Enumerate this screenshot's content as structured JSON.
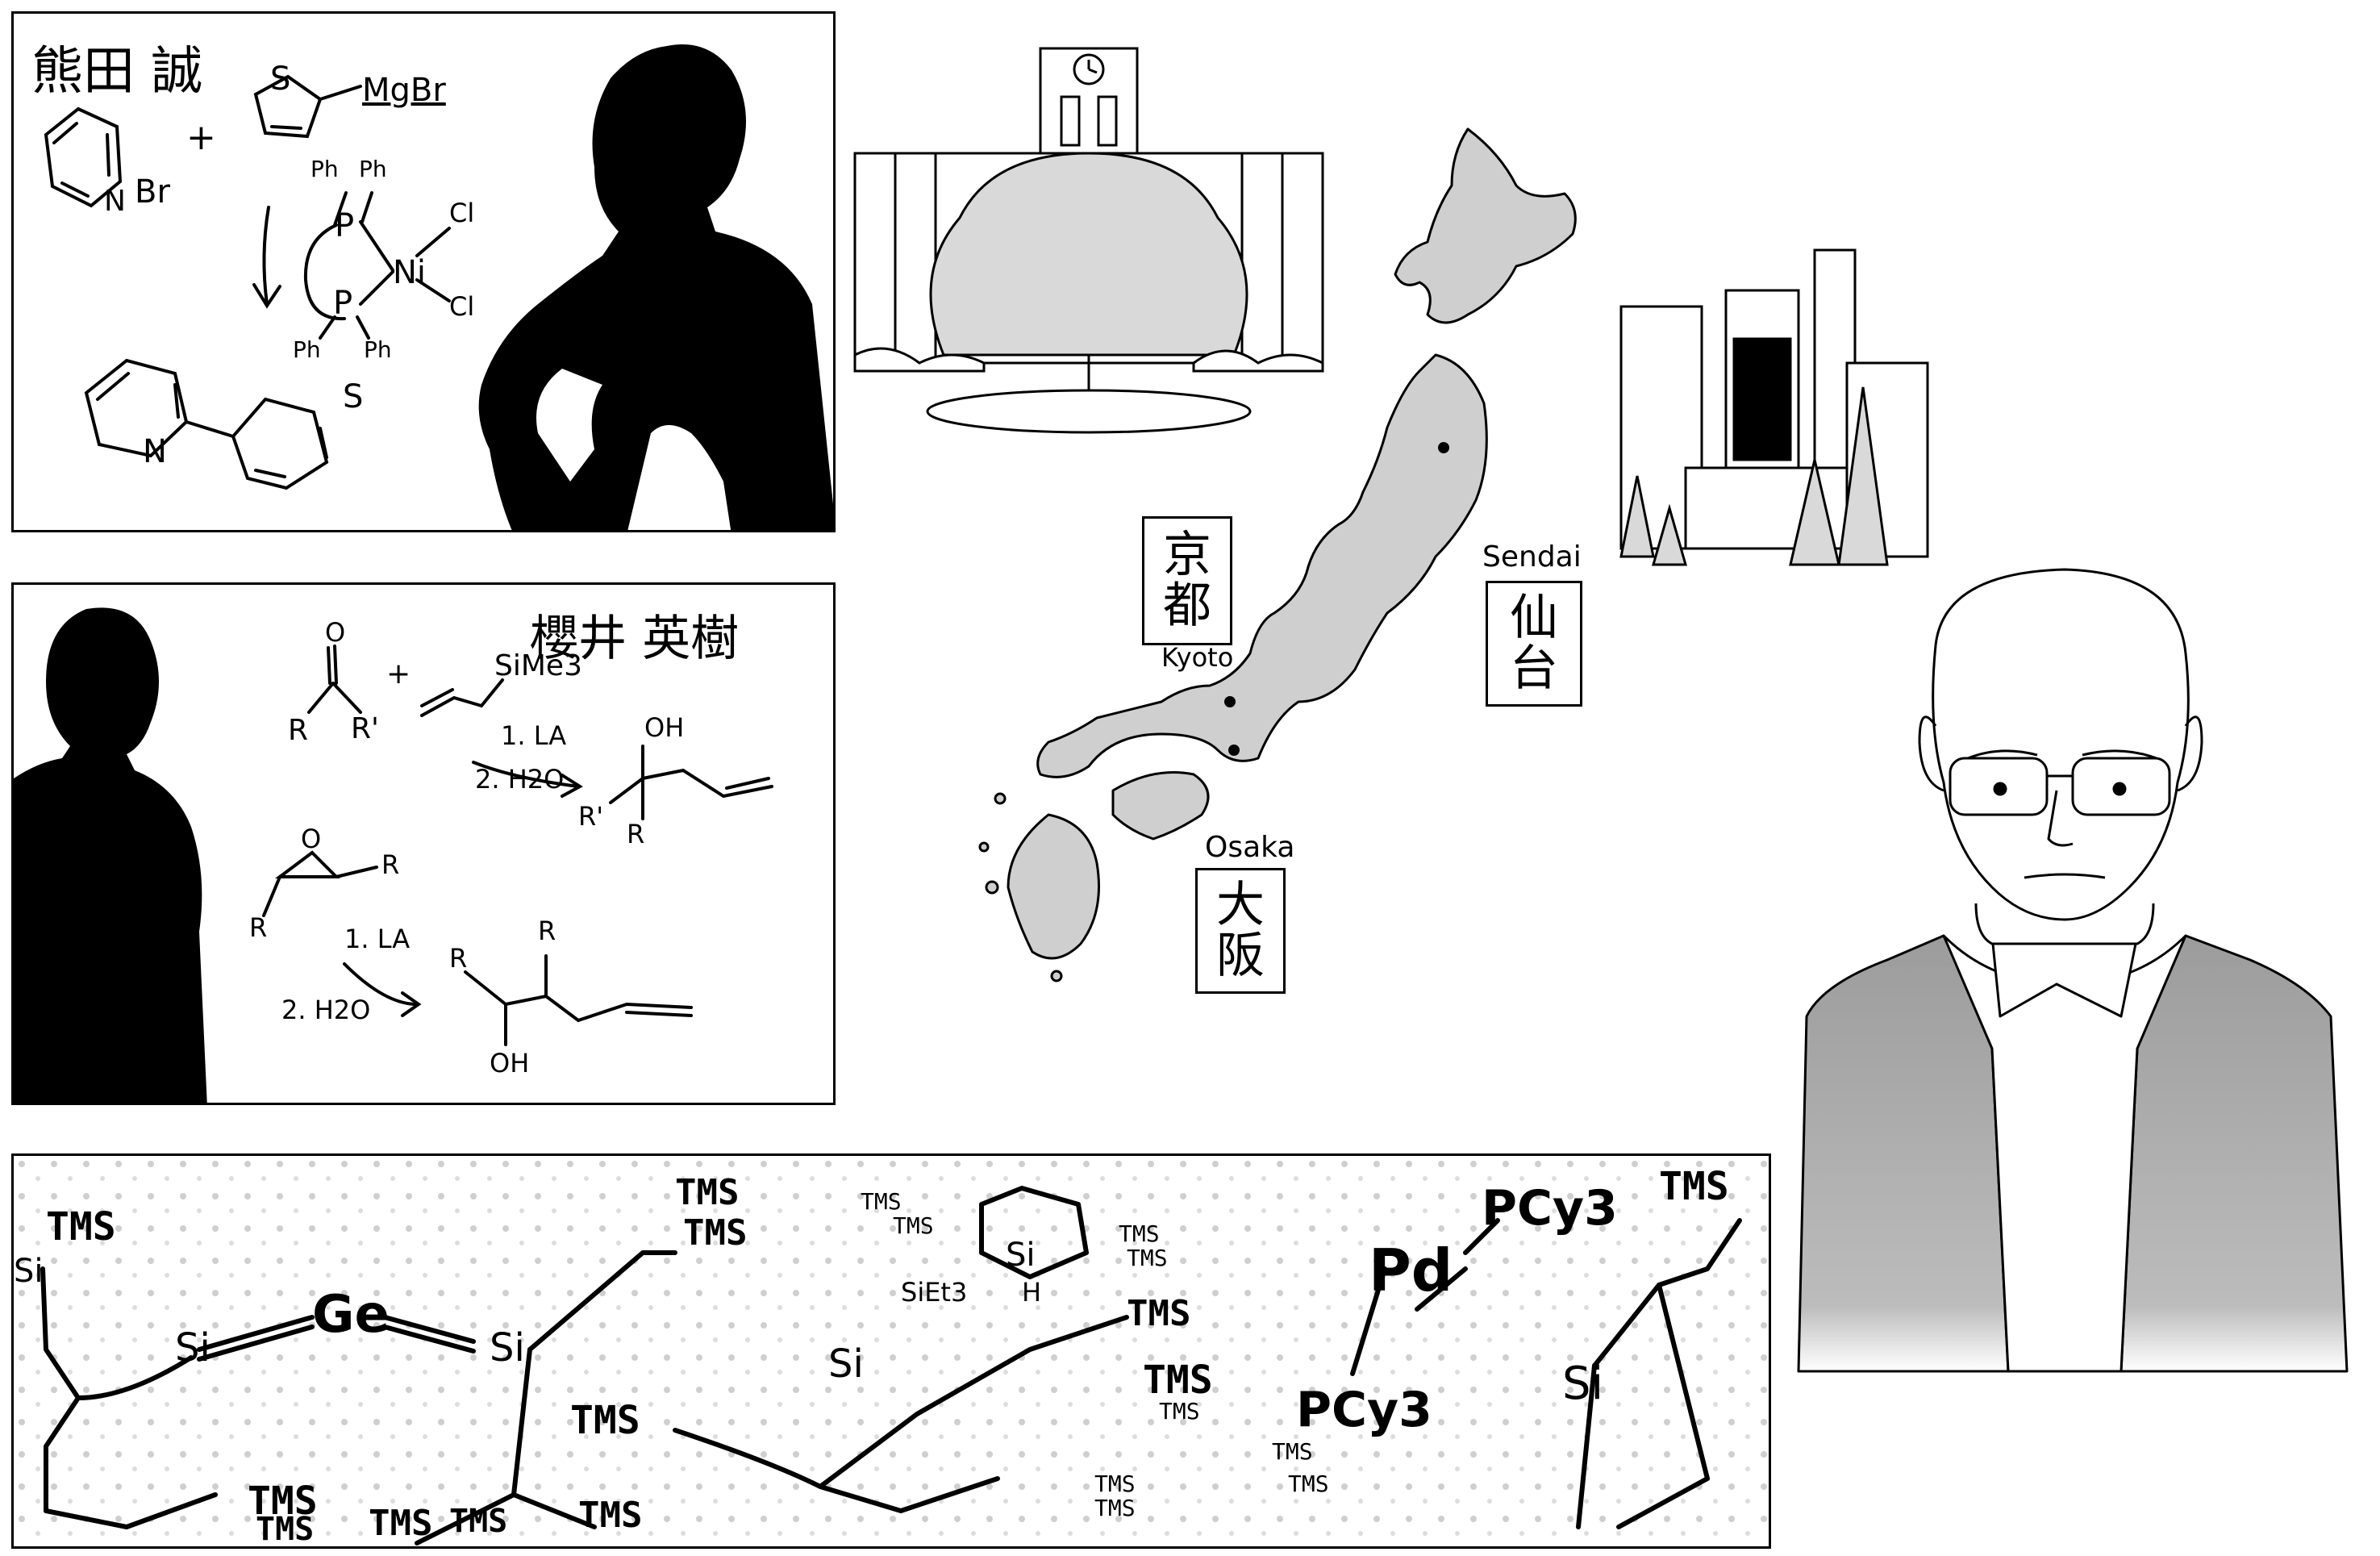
{
  "panel_kumada": {
    "name": "熊田 誠",
    "reagent_thiophene": "S",
    "reagent_mgbr": "MgBr",
    "plus": "+",
    "pyridine_n": "N",
    "pyridine_br": "Br",
    "ph1": "Ph",
    "ph2": "Ph",
    "ph3": "Ph",
    "ph4": "Ph",
    "p_top": "P",
    "p_bottom": "P",
    "ni": "Ni",
    "cl1": "Cl",
    "cl2": "Cl",
    "product_n": "N",
    "product_s": "S"
  },
  "panel_sakurai": {
    "name": "櫻井 英樹",
    "carbonyl_o": "O",
    "carbonyl_r1": "R",
    "carbonyl_r2": "R'",
    "plus": "+",
    "silane": "SiMe3",
    "step1": "1. LA",
    "step2": "2. H2O",
    "product_oh": "OH",
    "product_r1": "R'",
    "product_r2": "R",
    "epoxide_o": "O",
    "epoxide_r1": "R",
    "epoxide_r2": "R",
    "step3": "1. LA",
    "step4": "2. H2O",
    "product2_r1": "R",
    "product2_r2": "R",
    "product2_oh": "OH"
  },
  "map": {
    "kyoto_kanji_1": "京",
    "kyoto_kanji_2": "都",
    "kyoto_roman": "Kyoto",
    "sendai_roman": "Sendai",
    "sendai_kanji_1": "仙",
    "sendai_kanji_2": "台",
    "osaka_roman": "Osaka",
    "osaka_kanji_1": "大",
    "osaka_kanji_2": "阪"
  },
  "panel_silicon": {
    "tms_labels": [
      "TMS",
      "TMS",
      "TMS",
      "TMS",
      "TMS",
      "TMS",
      "TMS",
      "TMS",
      "TMS",
      "TMS",
      "TMS",
      "TMS",
      "TMS",
      "TMS",
      "TMS",
      "TMS",
      "TMS",
      "TMS",
      "TMS",
      "TMS",
      "TMS"
    ],
    "si_labels": [
      "Si",
      "Si",
      "Si",
      "Si",
      "Si",
      "Si"
    ],
    "ge": "Ge",
    "pd": "Pd",
    "pcy3_1": "PCy3",
    "pcy3_2": "PCy3",
    "sieth3": "SiEt3",
    "h": "H"
  },
  "colors": {
    "ink": "#000000",
    "map_fill": "#cfcfcf",
    "tree_fill": "#d9d9d9",
    "jacket": "#9c9c9c",
    "screentone": "#e6e6e6"
  }
}
